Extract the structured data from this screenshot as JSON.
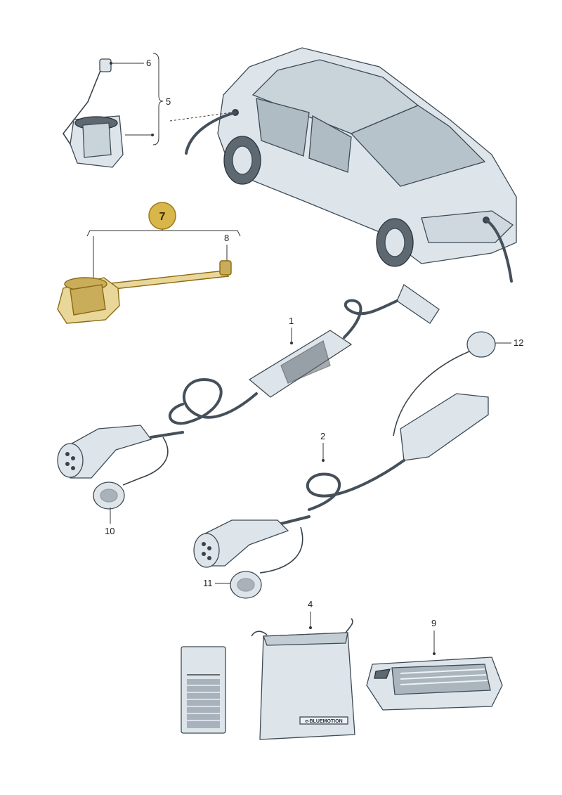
{
  "callouts": {
    "c1": "1",
    "c2": "2",
    "c4": "4",
    "c5": "5",
    "c6": "6",
    "c7": "7",
    "c8": "8",
    "c9": "9",
    "c10": "10",
    "c11": "11",
    "c12": "12"
  },
  "bag_label": "e-BLUEMOTION",
  "colors": {
    "highlight": "#d9b64a",
    "part_fill": "#dde5ea",
    "part_outline": "#3e4a55"
  }
}
